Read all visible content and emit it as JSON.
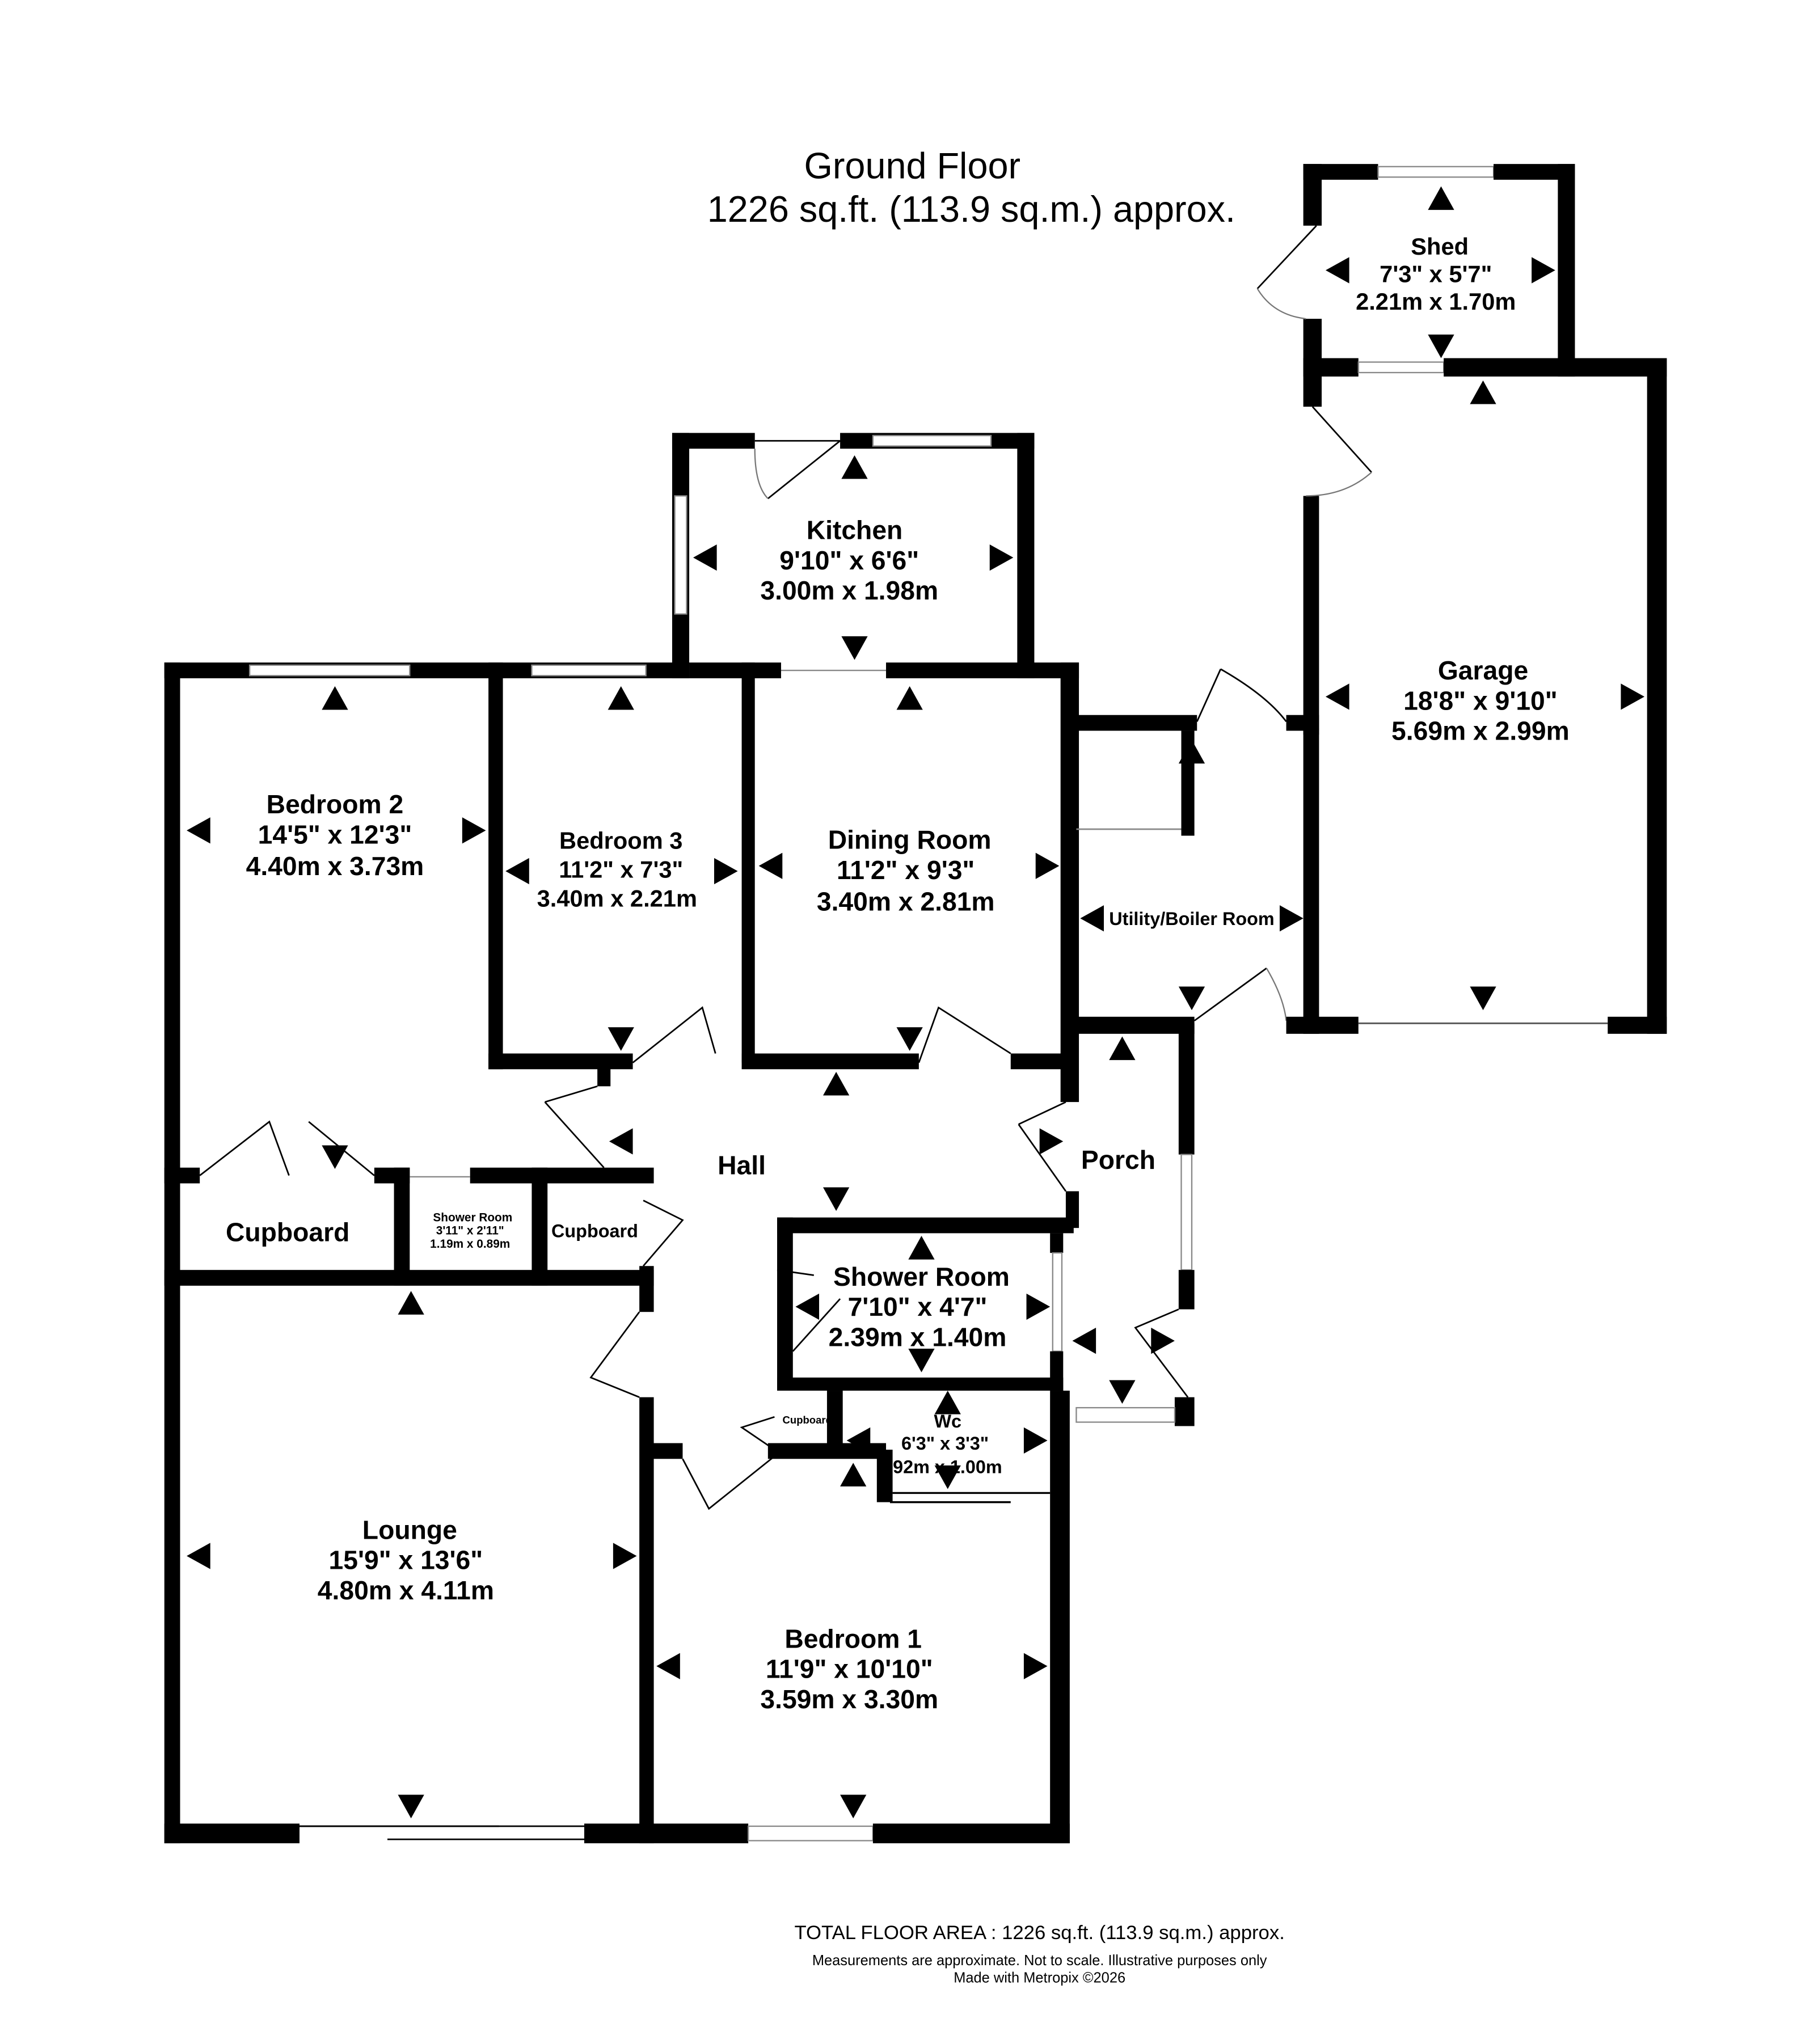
{
  "header": {
    "floor_name": "Ground Floor",
    "floor_area": "1226 sq.ft. (113.9 sq.m.) approx."
  },
  "rooms": {
    "bedroom2": {
      "name": "Bedroom 2",
      "imperial": "14'5\"  x 12'3\"",
      "metric": "4.40m  x 3.73m"
    },
    "bedroom3": {
      "name": "Bedroom 3",
      "imperial": "11'2\"  x 7'3\"",
      "metric": "3.40m  x 2.21m"
    },
    "dining": {
      "name": "Dining Room",
      "imperial": "11'2\"  x 9'3\"",
      "metric": "3.40m  x 2.81m"
    },
    "kitchen": {
      "name": "Kitchen",
      "imperial": "9'10\"  x 6'6\"",
      "metric": "3.00m  x 1.98m"
    },
    "garage": {
      "name": "Garage",
      "imperial": "18'8\"  x 9'10\"",
      "metric": "5.69m  x 2.99m"
    },
    "shed": {
      "name": "Shed",
      "imperial": "7'3\"  x 5'7\"",
      "metric": "2.21m  x 1.70m"
    },
    "utility": {
      "name": "Utility/Boiler Room"
    },
    "hall": {
      "name": "Hall"
    },
    "porch": {
      "name": "Porch"
    },
    "cupboard1": {
      "name": "Cupboard"
    },
    "cupboard2": {
      "name": "Cupboard"
    },
    "cupboard3": {
      "name": "Cupboard"
    },
    "shower_small": {
      "name": "Shower Room",
      "imperial": "3'11\"  x 2'11\"",
      "metric": "1.19m  x 0.89m"
    },
    "shower": {
      "name": "Shower Room",
      "imperial": "7'10\"  x 4'7\"",
      "metric": "2.39m  x 1.40m"
    },
    "wc": {
      "name": "Wc",
      "imperial": "6'3\"  x 3'3\"",
      "metric": "1.92m  x 1.00m"
    },
    "lounge": {
      "name": "Lounge",
      "imperial": "15'9\"  x 13'6\"",
      "metric": "4.80m  x 4.11m"
    },
    "bedroom1": {
      "name": "Bedroom 1",
      "imperial": "11'9\"  x 10'10\"",
      "metric": "3.59m  x 3.30m"
    }
  },
  "footer": {
    "total": "TOTAL FLOOR AREA : 1226 sq.ft. (113.9 sq.m.) approx.",
    "disclaimer": "Measurements are approximate.  Not to scale.  Illustrative purposes only",
    "credit": "Made with Metropix ©2026"
  }
}
